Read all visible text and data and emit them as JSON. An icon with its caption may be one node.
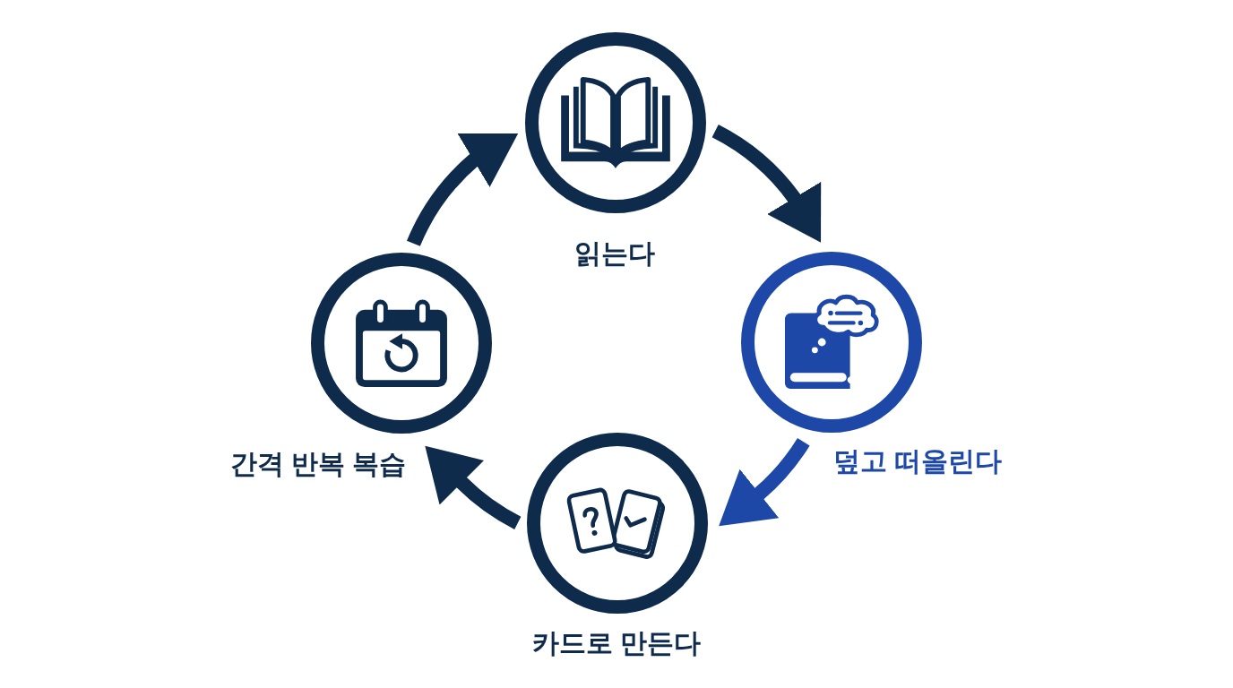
{
  "diagram": {
    "nodes": [
      {
        "text": [
          "읽는다"
        ]
      },
      {
        "text": [
          "간격 반복 복습"
        ]
      },
      {
        "text": [
          "덮고 떠올린다"
        ]
      },
      {
        "text": [
          "카드로 만든다"
        ]
      }
    ],
    "edges": [
      {
        "from": 0,
        "to": 2,
        "arrow": "to"
      },
      {
        "from": 2,
        "to": 3,
        "arrow": "to",
        "color": "#1e48a8"
      },
      {
        "from": 3,
        "to": 1,
        "arrow": "to"
      },
      {
        "from": 1,
        "to": 0,
        "arrow": "to"
      }
    ]
  }
}
